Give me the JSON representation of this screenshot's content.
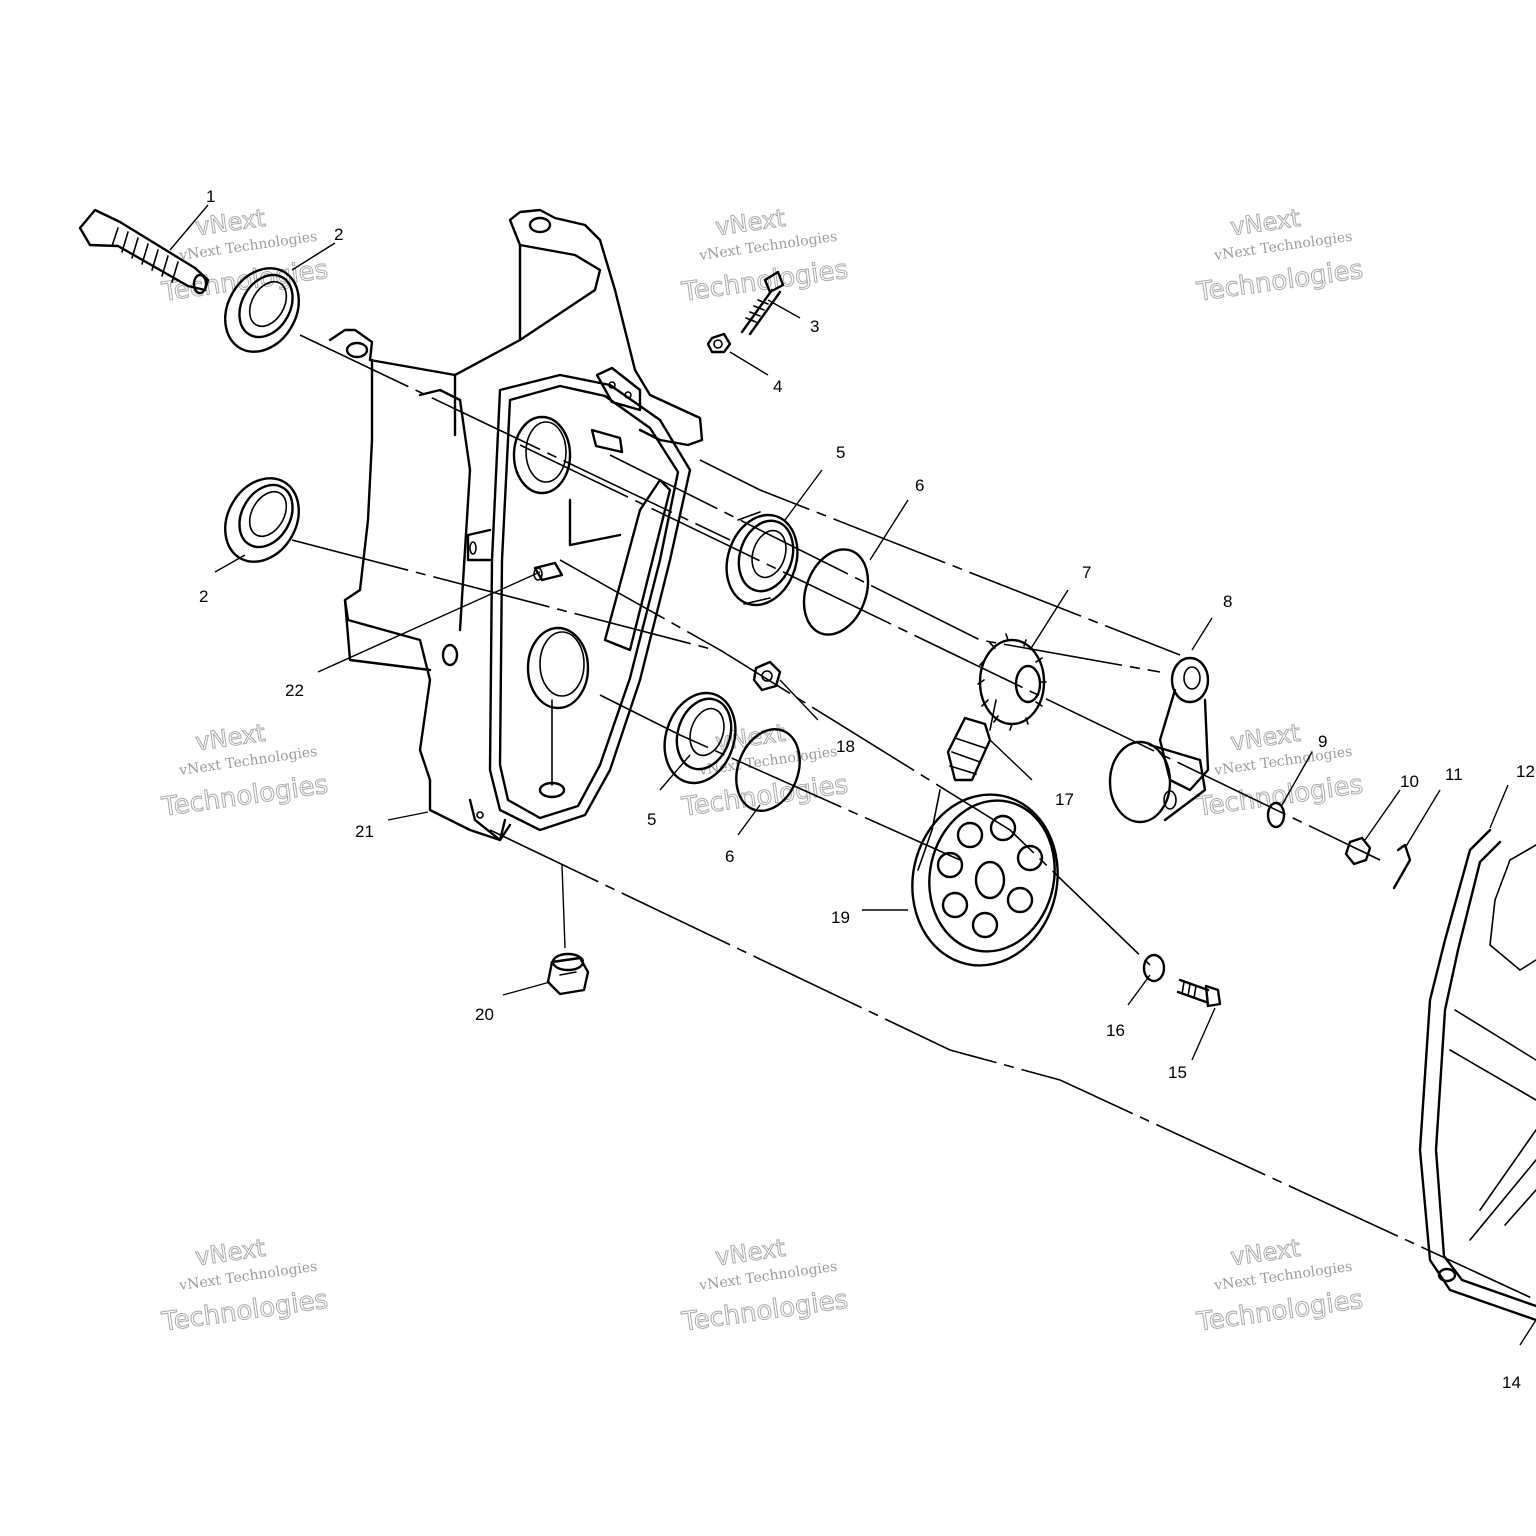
{
  "watermark": {
    "brand": "vNext",
    "line": "vNext Technologies",
    "word": "Technologies"
  },
  "callouts": [
    "1",
    "2",
    "2",
    "3",
    "4",
    "5",
    "6",
    "7",
    "8",
    "9",
    "10",
    "11",
    "12",
    "14",
    "15",
    "16",
    "17",
    "18",
    "19",
    "20",
    "21",
    "22",
    "5",
    "6"
  ]
}
